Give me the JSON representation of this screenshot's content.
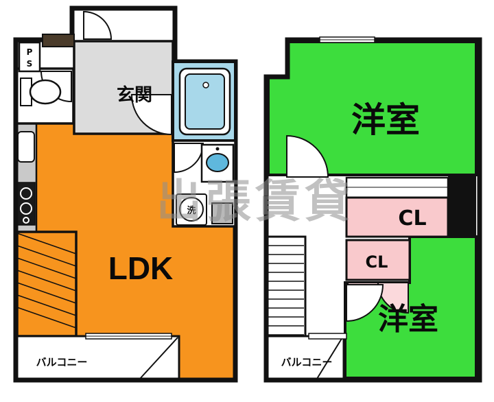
{
  "watermark": "出張賃貸",
  "colors": {
    "ldk_orange": "#f7941e",
    "room_green": "#3ddd3d",
    "closet_pink": "#f9c9cc",
    "bath_blue": "#a8d8ea",
    "wall_black": "#111111"
  },
  "floor1": {
    "genkan_label": "玄関",
    "ldk_label": "LDK",
    "balcony_label": "バルコニー",
    "washer_label": "洗",
    "ps_chars": [
      "P",
      "S"
    ]
  },
  "floor2": {
    "room_top_label": "洋室",
    "room_bottom_label": "洋室",
    "closet_top_label": "CL",
    "closet_lower_label": "CL",
    "balcony_label": "バルコニー"
  }
}
